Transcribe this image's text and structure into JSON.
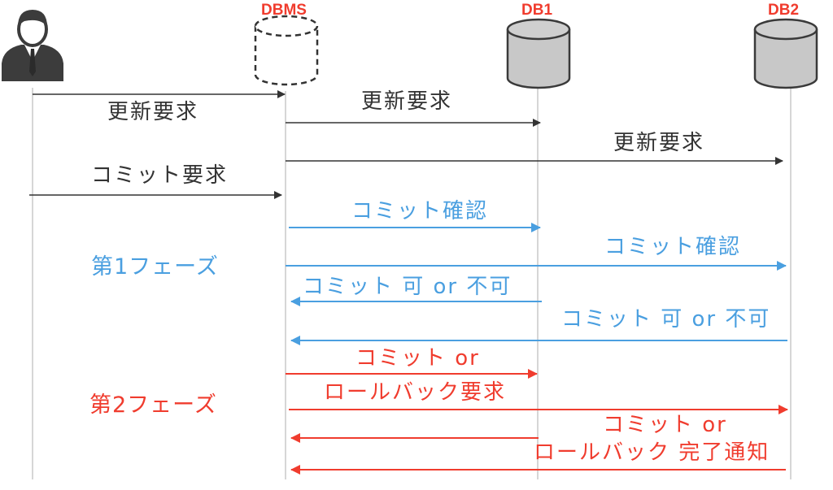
{
  "colors": {
    "gray": "#333333",
    "blue": "#4a9fe0",
    "red": "#f03c2e"
  },
  "participants": {
    "user": {
      "icon": "user-icon"
    },
    "dbms": {
      "label": "DBMS",
      "icon": "database-dashed-icon"
    },
    "db1": {
      "label": "DB1",
      "icon": "database-icon"
    },
    "db2": {
      "label": "DB2",
      "icon": "database-icon"
    }
  },
  "phases": {
    "phase1": "第1フェーズ",
    "phase2": "第2フェーズ"
  },
  "messages": [
    {
      "id": "m1",
      "text": "更新要求",
      "color": "gray",
      "from": "user",
      "to": "dbms"
    },
    {
      "id": "m2",
      "text": "更新要求",
      "color": "gray",
      "from": "dbms",
      "to": "db1"
    },
    {
      "id": "m3",
      "text": "更新要求",
      "color": "gray",
      "from": "dbms",
      "to": "db2"
    },
    {
      "id": "m4",
      "text": "コミット要求",
      "color": "gray",
      "from": "user",
      "to": "dbms"
    },
    {
      "id": "m5",
      "text": "コミット確認",
      "color": "blue",
      "from": "dbms",
      "to": "db1"
    },
    {
      "id": "m6",
      "text": "コミット確認",
      "color": "blue",
      "from": "dbms",
      "to": "db2"
    },
    {
      "id": "m7",
      "text": "コミット 可 or 不可",
      "color": "blue",
      "from": "db1",
      "to": "dbms"
    },
    {
      "id": "m8",
      "text": "コミット 可 or 不可",
      "color": "blue",
      "from": "db2",
      "to": "dbms"
    },
    {
      "id": "m9",
      "text": "コミット or",
      "text2": "ロールバック要求",
      "color": "red",
      "from": "dbms",
      "to": "db1"
    },
    {
      "id": "m10",
      "color": "red",
      "from": "dbms",
      "to": "db2"
    },
    {
      "id": "m11",
      "color": "red",
      "from": "db1",
      "to": "dbms"
    },
    {
      "id": "m12",
      "text": "コミット or",
      "text2": "ロールバック 完了通知",
      "color": "red",
      "from": "db2",
      "to": "dbms"
    }
  ]
}
